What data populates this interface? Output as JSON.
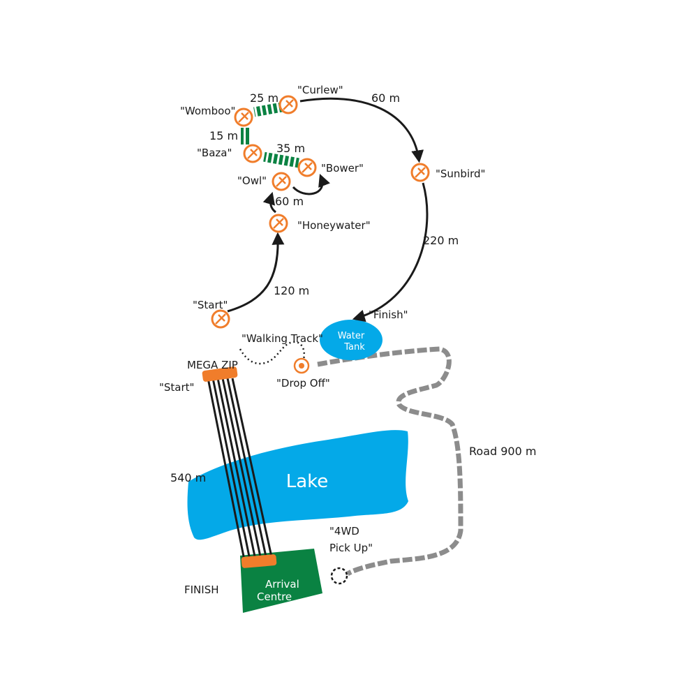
{
  "colors": {
    "orange": "#f07d2b",
    "green": "#0a8242",
    "blue": "#04a9e8",
    "road": "#8c8c8c",
    "ink": "#1a1a1a"
  },
  "platforms": {
    "wombat": "\"Womboo\"",
    "curlew": "\"Curlew\"",
    "baza": "\"Baza\"",
    "bower": "\"Bower\"",
    "owl": "\"Owl\"",
    "honeywater": "\"Honeywater\"",
    "sunbird": "\"Sunbird\"",
    "start": "\"Start\""
  },
  "distances": {
    "d25": "25 m",
    "d15": "15 m",
    "d35": "35 m",
    "d60a": "60 m",
    "d60b": "60 m",
    "d220": "220 m",
    "d120": "120 m",
    "d540": "540 m",
    "road": "Road 900 m"
  },
  "labels": {
    "finish_quote": "\"Finish\"",
    "walking_track": "\"Walking Track\"",
    "drop_off": "\"Drop Off\"",
    "mega_zip": "MEGA ZIP",
    "zip_start": "\"Start\"",
    "pickup_line1": "\"4WD",
    "pickup_line2": "Pick Up\"",
    "finish": "FINISH",
    "lake": "Lake",
    "water_tank_1": "Water",
    "water_tank_2": "Tank",
    "arrival_1": "Arrival",
    "arrival_2": "Centre"
  }
}
